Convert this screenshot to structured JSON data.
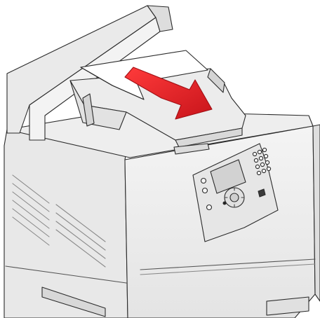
{
  "illustration": {
    "subject": "printer-paper-removal",
    "colors": {
      "body": "#ededed",
      "body_shade": "#dcdcdc",
      "outline": "#2b2b2b",
      "paper": "#ffffff",
      "arrow": "#e8232a",
      "arrow_shade": "#b51218",
      "display": "#d4d4d4"
    },
    "icons": [
      "printer-body",
      "output-tray",
      "paper-sheet",
      "removal-arrow",
      "control-panel",
      "keypad",
      "navigation-button"
    ]
  }
}
